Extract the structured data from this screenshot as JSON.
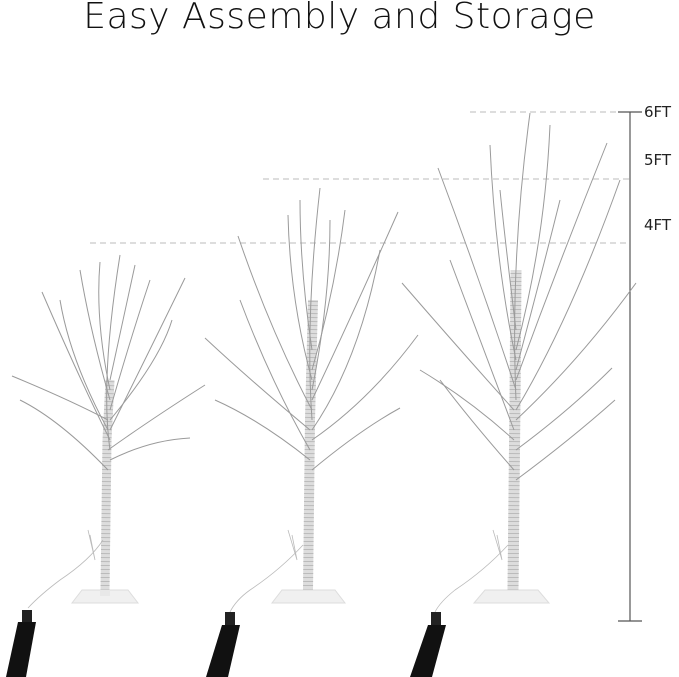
{
  "title": "Easy Assembly and Storage",
  "scale": {
    "labels": [
      "6FT",
      "5FT",
      "4FT"
    ],
    "line_color": "#555555",
    "dash_color": "#bbbbbb"
  },
  "trees": [
    {
      "name": "4ft-tree",
      "height_label": "4FT"
    },
    {
      "name": "5ft-tree",
      "height_label": "5FT"
    },
    {
      "name": "6ft-tree",
      "height_label": "6FT"
    }
  ],
  "colors": {
    "branch": "#9a9a9a",
    "trunk": "#e8e8e8",
    "base": "#f0f0f0",
    "plug": "#111111",
    "background": "#ffffff"
  }
}
